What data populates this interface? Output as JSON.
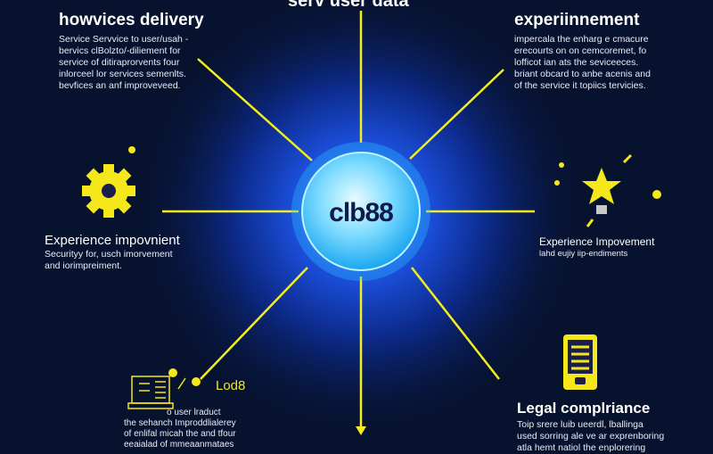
{
  "top_heading": "serv user data",
  "center": {
    "label": "clb88"
  },
  "colors": {
    "background": "#07122e",
    "glow": "#1e6bff",
    "core": "#5fd8ff",
    "accent": "#f4ee1c"
  },
  "sections": {
    "top_left": {
      "icon": "gear-icon",
      "title": "howvices delivery",
      "lines": [
        "Service Servvice to user/usah -",
        "bervics clBolzto/-diliement for",
        "service of ditiraprorvents four",
        "inlorceel lor services semenlts.",
        "bevfices an anf improveveed."
      ]
    },
    "top_right": {
      "title": "experiinnement",
      "lines": [
        "impercala the enharg e cmacure",
        "erecourts on on cemcoremet, fo",
        "lofficot ian ats the seviceeces.",
        "briant obcard to anbe acenis and",
        "of the service it topiics tervicies."
      ]
    },
    "mid_left": {
      "icon": "gear-icon",
      "title": "Experience impovnient",
      "lines": [
        "Securityy for, usch imorvement",
        "and iorimpreiment."
      ]
    },
    "mid_right": {
      "icon": "lightbulb-star-icon",
      "title": "Experience Impovement",
      "lines": [
        "lahd eujiy iip-endiments"
      ]
    },
    "bottom_left": {
      "icon": "laptop-icon",
      "badge": "Lod8",
      "lines": [
        "o user lraduct",
        "the sehanch Improddlialerey",
        "of enlifal micah the and tfour",
        "eeaialad of mmeaanmataes"
      ]
    },
    "bottom_right": {
      "icon": "phone-icon",
      "title": "Legal complriance",
      "lines": [
        "Toip srere luib ueerdl, lballinga",
        "used sorring ale ve ar exprenboring",
        "atla hemt natiol the enplorering"
      ]
    }
  }
}
